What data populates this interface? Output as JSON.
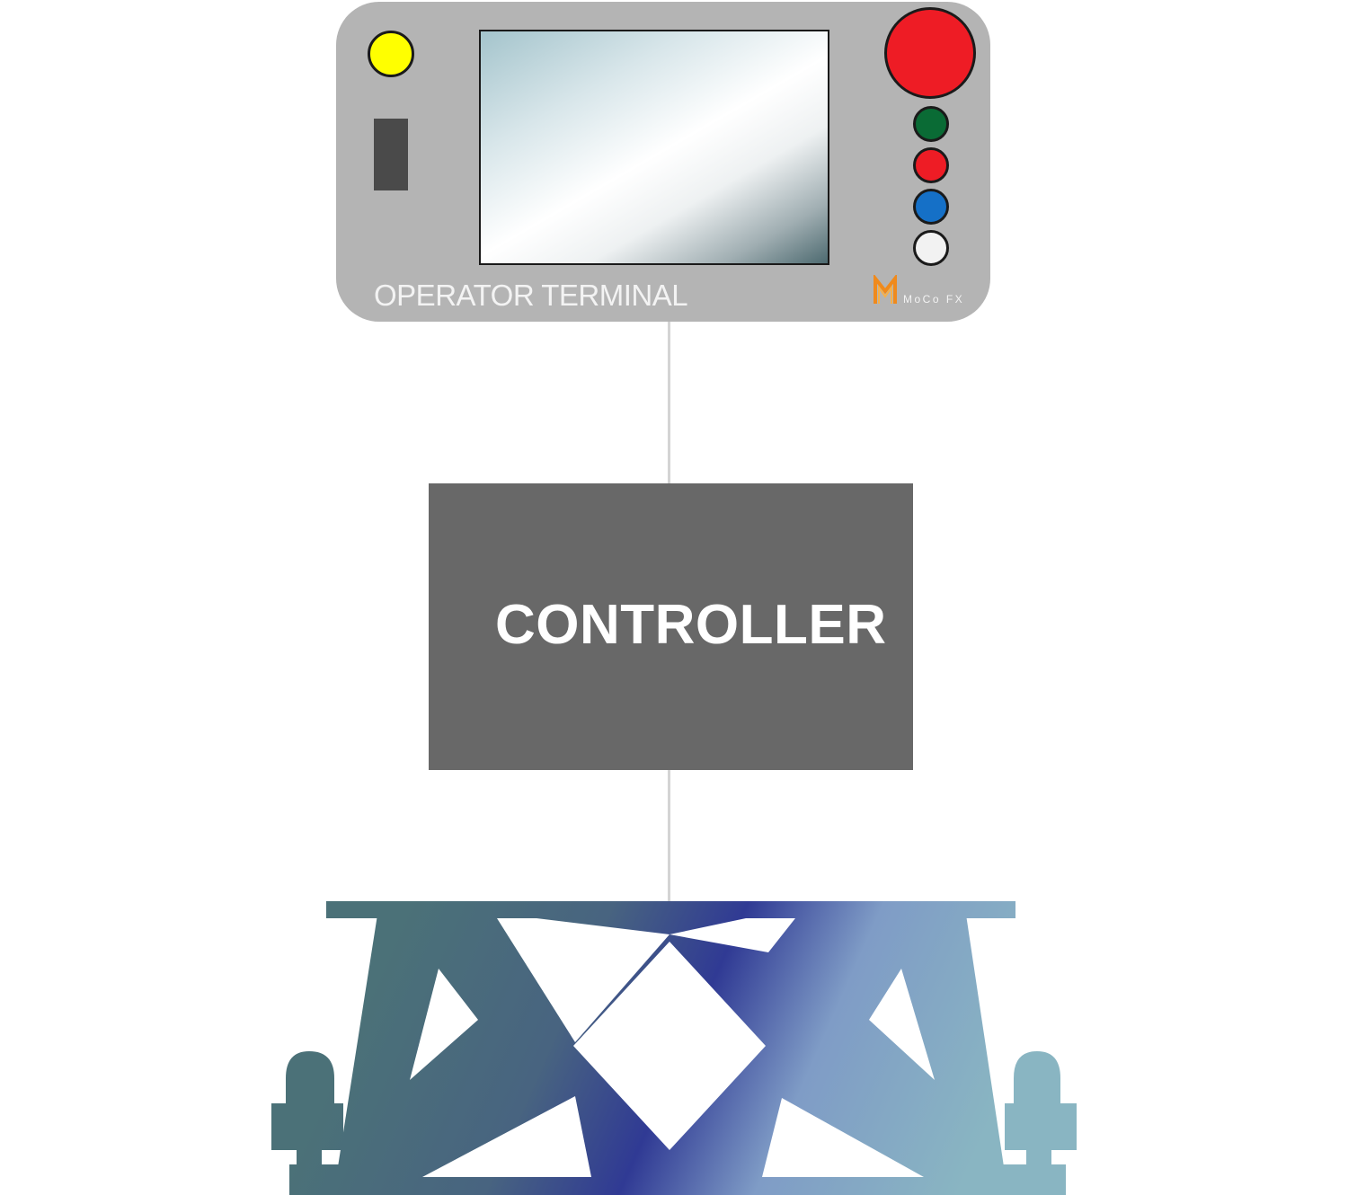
{
  "terminal": {
    "label": "OPERATOR TERMINAL",
    "logo_text": "MoCo FX",
    "buttons": {
      "indicator_yellow": "#ffff00",
      "estop_red": "#ee1c25",
      "green": "#0a6b35",
      "red": "#ee1c25",
      "blue": "#1570c7",
      "white": "#f2f2f2"
    },
    "body_color": "#b4b4b4"
  },
  "controller": {
    "label": "CONTROLLER",
    "color": "#686868"
  },
  "platform": {
    "icon": "motion-platform-icon"
  }
}
